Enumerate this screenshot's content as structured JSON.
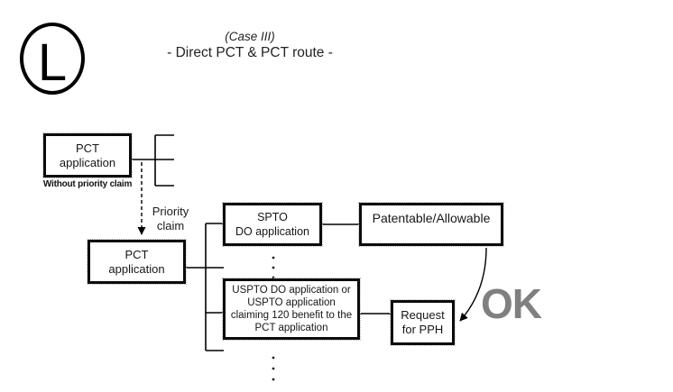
{
  "colors": {
    "line": "#000000",
    "box_border": "#0b0b0b",
    "ok_text": "#808080",
    "text": "#161616"
  },
  "badge": {
    "letter": "L"
  },
  "title": {
    "case": "(Case III)",
    "route": "- Direct PCT & PCT route -"
  },
  "boxes": {
    "pct_direct": {
      "lines": [
        "PCT",
        "application"
      ],
      "caption": "Without priority claim"
    },
    "pct_second": {
      "lines": [
        "PCT",
        "application"
      ]
    },
    "spto": {
      "lines": [
        "SPTO",
        "DO application"
      ]
    },
    "patentable": {
      "lines": [
        "Patentable/Allowable"
      ]
    },
    "uspto": {
      "lines": [
        "USPTO DO application or",
        "USPTO application",
        "claiming 120 benefit to the",
        "PCT application"
      ]
    },
    "request_pph": {
      "lines": [
        "Request",
        "for PPH"
      ]
    }
  },
  "labels": {
    "priority_claim": [
      "Priority",
      "claim"
    ],
    "ok": "OK"
  }
}
